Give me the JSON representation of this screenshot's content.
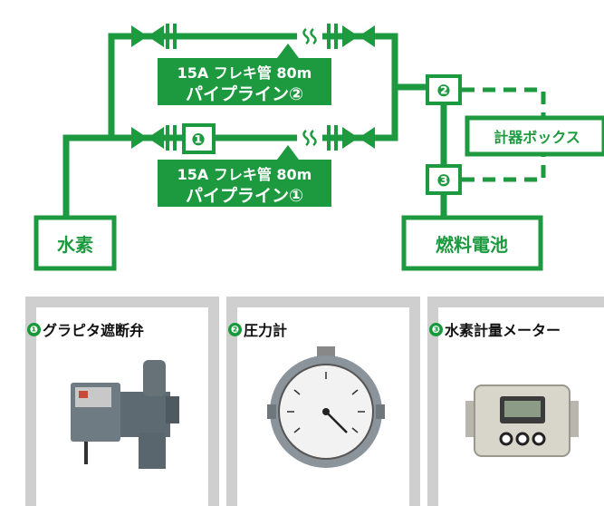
{
  "diagram": {
    "pipeline_top": {
      "spec": "15A フレキ管 80m",
      "name": "パイプライン②"
    },
    "pipeline_bottom": {
      "spec": "15A フレキ管 80m",
      "name": "パイプライン①"
    },
    "box_hydrogen": "水素",
    "box_fuel_cell": "燃料電池",
    "box_meter": "計器ボックス",
    "marker_1": "❶",
    "marker_2": "❷",
    "marker_3": "❸",
    "pipe_color": "#1d9a3f"
  },
  "cards": [
    {
      "num": "❶",
      "label": "グラピタ遮断弁"
    },
    {
      "num": "❷",
      "label": "圧力計"
    },
    {
      "num": "❸",
      "label": "水素計量メーター"
    }
  ]
}
